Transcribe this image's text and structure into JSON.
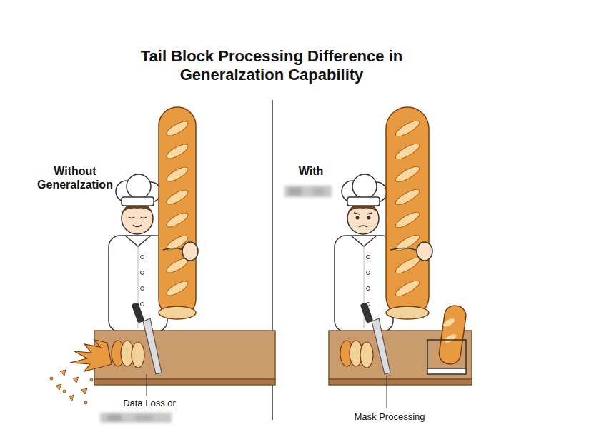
{
  "diagram": {
    "title": "Tail Block Processing Difference in Generalzation Capability",
    "labels": [
      "Without Generalzation",
      "With",
      "Data Loss or",
      "Mask Processing"
    ]
  }
}
